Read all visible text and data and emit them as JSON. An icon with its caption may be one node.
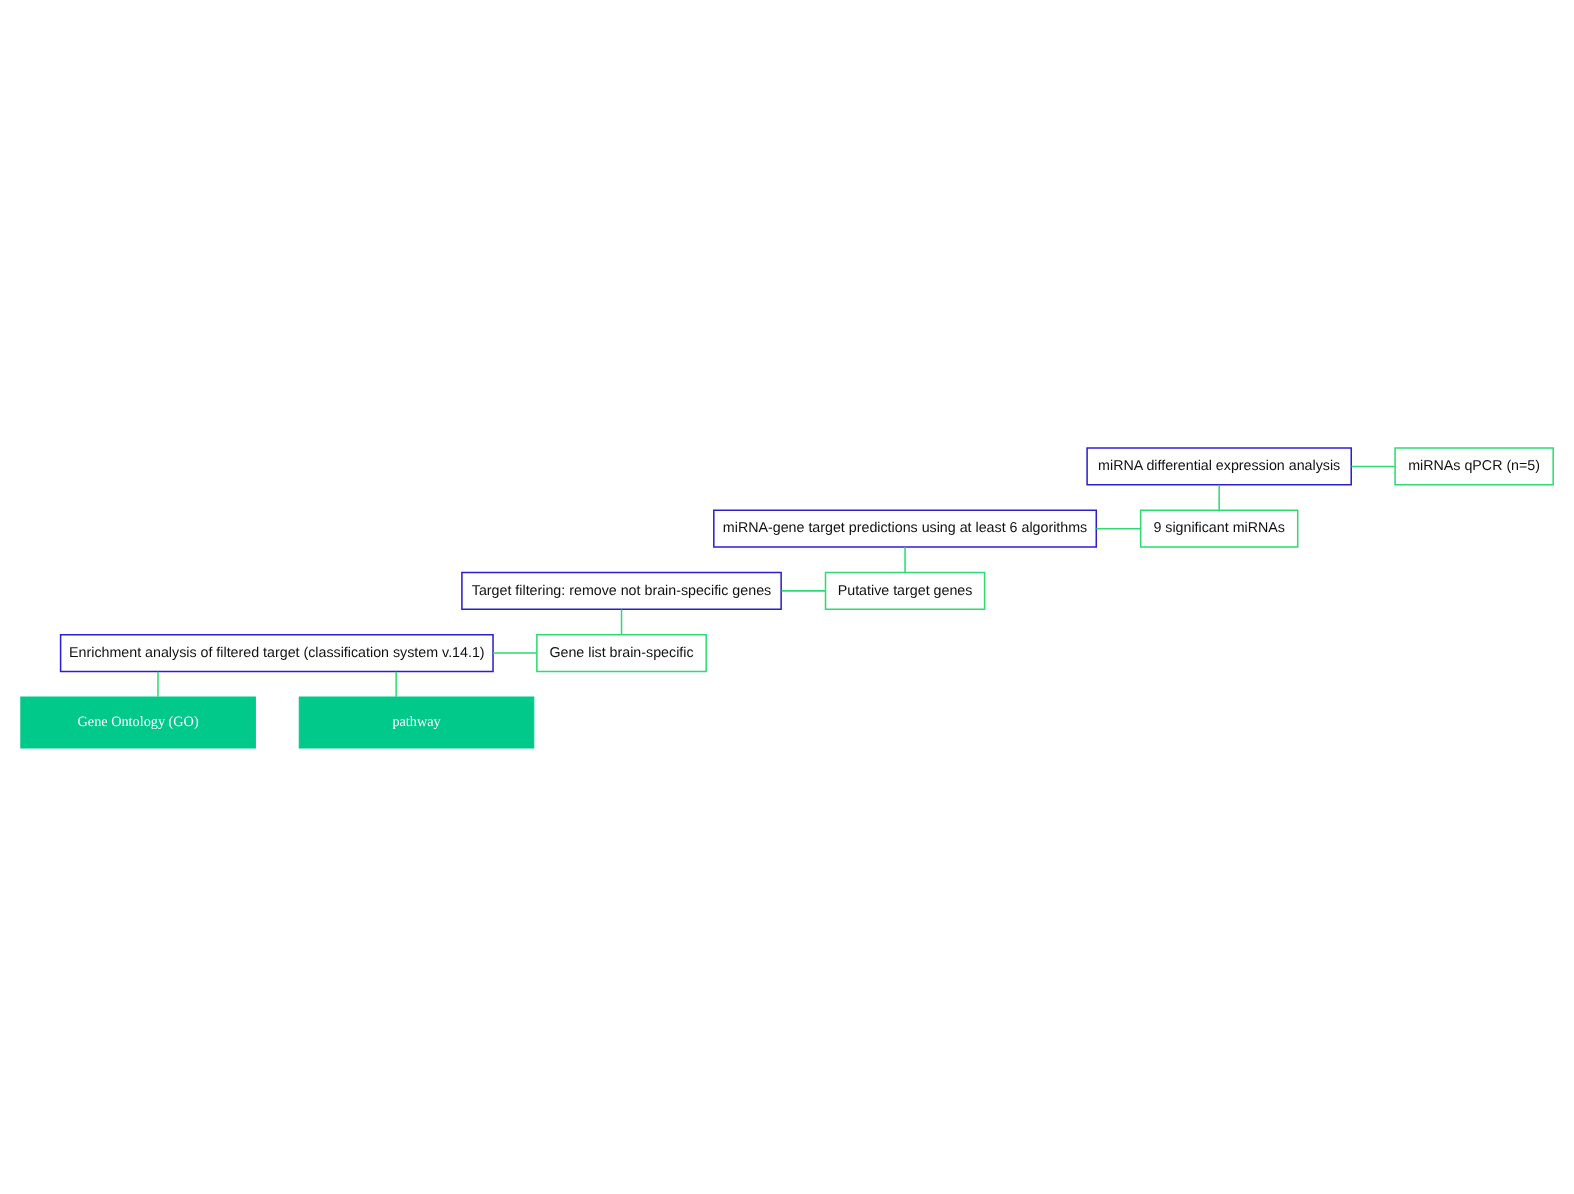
{
  "diagram": {
    "nodes": [
      {
        "text": [
          "miRNA differential expression analysis"
        ]
      },
      {
        "text": [
          "miRNAs qPCR (n=5)"
        ]
      },
      {
        "text": [
          "miRNA-gene target predictions using at least 6 algorithms"
        ]
      },
      {
        "text": [
          "9 significant miRNAs"
        ]
      },
      {
        "text": [
          "Target filtering: remove not brain-specific genes"
        ]
      },
      {
        "text": [
          "Putative target genes"
        ]
      },
      {
        "text": [
          "Enrichment analysis of filtered target (classification system v.14.1)"
        ]
      },
      {
        "text": [
          "Gene list brain-specific"
        ]
      },
      {
        "text": [
          "Gene Ontology (GO)"
        ]
      },
      {
        "text": [
          "pathway"
        ]
      }
    ],
    "edges": [
      {
        "from": 0,
        "to": 1,
        "arrow": "none"
      },
      {
        "from": 0,
        "to": 3,
        "arrow": "none"
      },
      {
        "from": 2,
        "to": 3,
        "arrow": "none"
      },
      {
        "from": 2,
        "to": 5,
        "arrow": "none"
      },
      {
        "from": 4,
        "to": 5,
        "arrow": "none"
      },
      {
        "from": 4,
        "to": 7,
        "arrow": "none"
      },
      {
        "from": 6,
        "to": 7,
        "arrow": "none"
      },
      {
        "from": 6,
        "to": 8,
        "arrow": "none"
      },
      {
        "from": 6,
        "to": 9,
        "arrow": "none"
      }
    ]
  }
}
